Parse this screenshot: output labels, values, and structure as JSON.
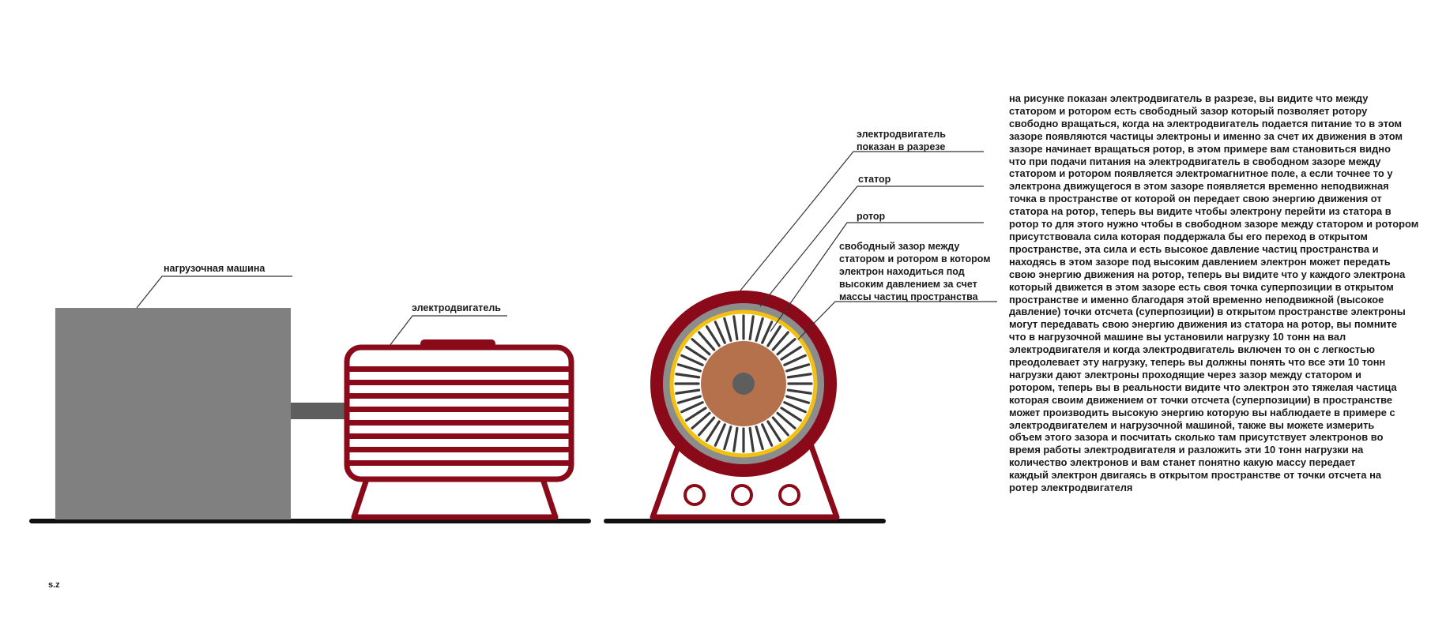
{
  "labels": {
    "load_machine": "нагрузочная машина",
    "motor": "электродвигатель",
    "section_line1": "электродвигатель",
    "section_line2": "показан в разрезе",
    "stator": "статор",
    "rotor": "ротор",
    "gap_lines": [
      "свободный зазор между",
      "статором и ротором в котором",
      "электрон находиться под",
      "высоким давлением за счет",
      "массы частиц пространства"
    ]
  },
  "signature": "s.z",
  "description_lines": [
    "на рисунке показан электродвигатель в разрезе, вы видите что между",
    "статором и ротором есть свободный зазор который позволяет ротору",
    "свободно вращаться, когда на электродвигатель подается питание то в этом",
    "зазоре появляются частицы электроны и именно за счет их движения в этом",
    "зазоре начинает вращаться ротор, в этом примере вам становиться видно",
    "что при подачи питания на электродвигатель в свободном зазоре между",
    "статором и ротором появляется электромагнитное поле, а если точнее то у",
    "электрона движущегося в этом зазоре появляется временно неподвижная",
    "точка в пространстве от которой он передает свою энергию движения от",
    "статора на ротор, теперь вы видите чтобы электрону перейти из статора в",
    "ротор то для этого нужно чтобы в свободном зазоре между статором и ротором",
    "присутствовала сила которая поддержала бы его переход в открытом",
    "пространстве, эта сила и есть высокое давление частиц пространства и",
    "находясь в этом зазоре под высоким давлением электрон может передать",
    "свою энергию движения на ротор, теперь вы видите что у каждого электрона",
    "который движется в этом зазоре есть своя точка суперпозиции в открытом",
    "пространстве и именно благодаря этой временно неподвижной (высокое",
    "давление) точки отсчета (суперпозиции) в открытом пространстве электроны",
    "могут передавать свою энергию движения из статора на ротор, вы помните",
    "что в нагрузочной машине вы установили нагрузку 10 тонн на вал",
    "электродвигателя и когда электродвигатель включен то он с легкостью",
    "преодолевает эту нагрузку, теперь вы должны понять что все эти 10 тонн",
    "нагрузки дают электроны проходящие через зазор между статором и",
    "ротором, теперь вы в реальности видите что электрон это тяжелая частица",
    "которая своим движением от точки отсчета (суперпозиции) в пространстве",
    "может производить высокую энергию которую вы наблюдаете в примере с",
    "электродвигателем и нагрузочной машиной, также вы можете измерить",
    "объем этого зазора и посчитать сколько там присутствует электронов во",
    "время работы электродвигателя и разложить эти 10 тонн нагрузки на",
    "количество электронов и вам станет понятно какую массу передает",
    "каждый электрон двигаясь в открытом пространстве от точки отсчета на",
    "ротер электродвигателя"
  ],
  "colors": {
    "motor_red": "#8b0a1a",
    "load_gray": "#808080",
    "shaft_gray": "#5e5e5e",
    "stator_gray": "#8c8c8c",
    "rotor_brown": "#b5714b",
    "gap_yellow": "#f2c010",
    "ground": "#111111"
  },
  "icons": [
    "motor-side-view-icon",
    "motor-cross-section-icon"
  ]
}
